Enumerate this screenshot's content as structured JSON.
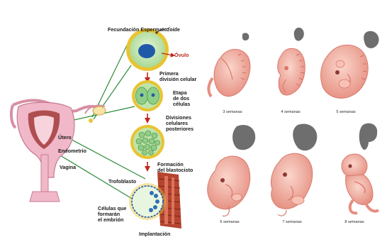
{
  "labels": {
    "fertilization": "Fecundación Espermatozoide",
    "ovule": "Óvulo",
    "first_division_1": "Primera",
    "first_division_2": "división celular",
    "two_cell_1": "Etapa",
    "two_cell_2": "de dos",
    "two_cell_3": "células",
    "later_div_1": "Divisiones",
    "later_div_2": "celulares",
    "later_div_3": "posteriores",
    "blastocyst_1": "Formación",
    "blastocyst_2": "del blastocisto",
    "trophoblast": "Trofoblasto",
    "embryo_cells_1": "Células que",
    "embryo_cells_2": "formarán",
    "embryo_cells_3": "el embrión",
    "implantation": "Implantación",
    "uterus": "Útero",
    "endometrium": "Endometrio",
    "vagina": "Vagina"
  },
  "weeks": [
    {
      "label": "3 semanas"
    },
    {
      "label": "4 semanas"
    },
    {
      "label": "5 semanas"
    },
    {
      "label": "6 semanas"
    },
    {
      "label": "7 semanas"
    },
    {
      "label": "8 semanas"
    }
  ],
  "colors": {
    "cell_outer": "#e8c432",
    "cell_inner": "#bfe4a8",
    "nucleus": "#1f5aa8",
    "arrow": "#c0271c",
    "guide_line": "#2e8b3a",
    "embryo": "#f2a89a",
    "embryo_dark": "#d9796c",
    "silhouette": "#6e6e6e",
    "uterus": "#f0b8c8",
    "endometrium": "#a33b3b"
  }
}
